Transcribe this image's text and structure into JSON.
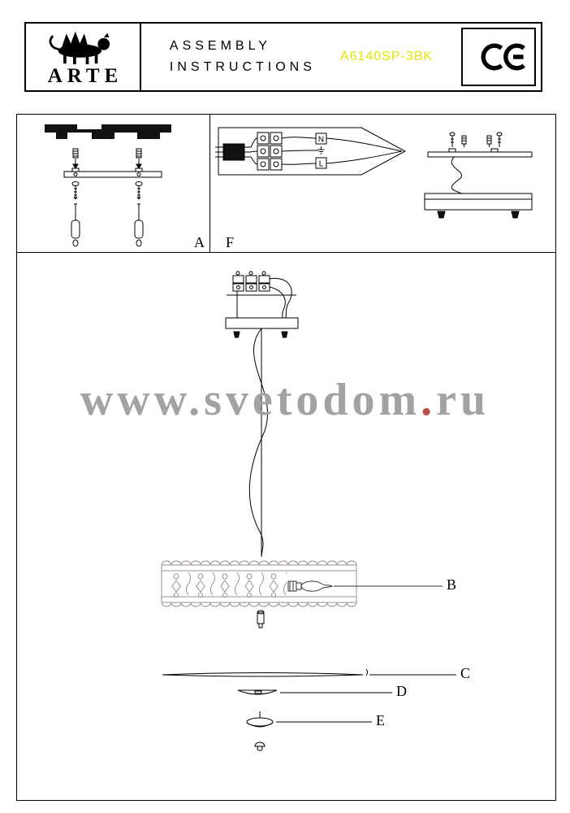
{
  "header": {
    "brand": "ARTE",
    "title_line1": "ASSEMBLY",
    "title_line2": "INSTRUCTIONS",
    "model": "A6140SP-3BK",
    "model_color": "#e5e500"
  },
  "watermark": {
    "prefix": "www.svetodom",
    "dot": ".",
    "suffix": "ru",
    "color": "#a2a2a2",
    "dot_color": "#bb4f4a"
  },
  "labels": {
    "panel_a": "A",
    "panel_f": "F",
    "part_b": "B",
    "part_c": "C",
    "part_d": "D",
    "part_e": "E"
  },
  "wiring": {
    "neutral": "N",
    "live": "L"
  }
}
